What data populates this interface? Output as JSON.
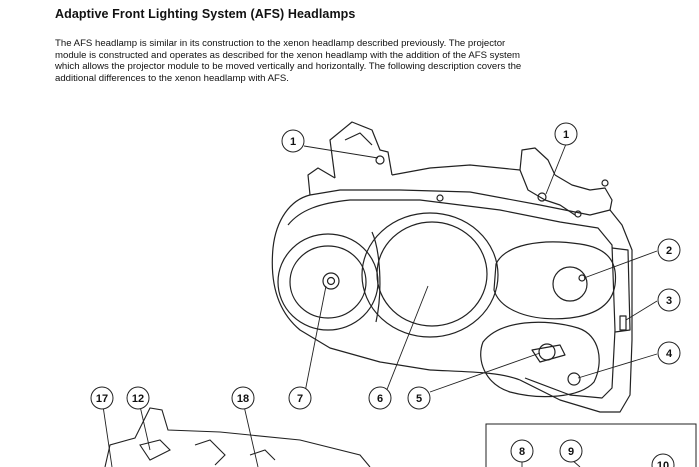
{
  "document": {
    "title": "Adaptive Front Lighting System (AFS) Headlamps",
    "body_lines": [
      "The AFS headlamp is similar in its construction to the xenon headlamp described previously. The projector",
      "module is constructed and operates as described for the xenon headlamp with the addition of the AFS system",
      "which allows the projector module to be moved vertically and horizontally. The following description covers the",
      "additional differences to the xenon headlamp with AFS."
    ]
  },
  "figure": {
    "callouts": [
      "1",
      "1",
      "2",
      "3",
      "4",
      "5",
      "6",
      "7",
      "17",
      "12",
      "18",
      "8",
      "9",
      "10"
    ]
  }
}
